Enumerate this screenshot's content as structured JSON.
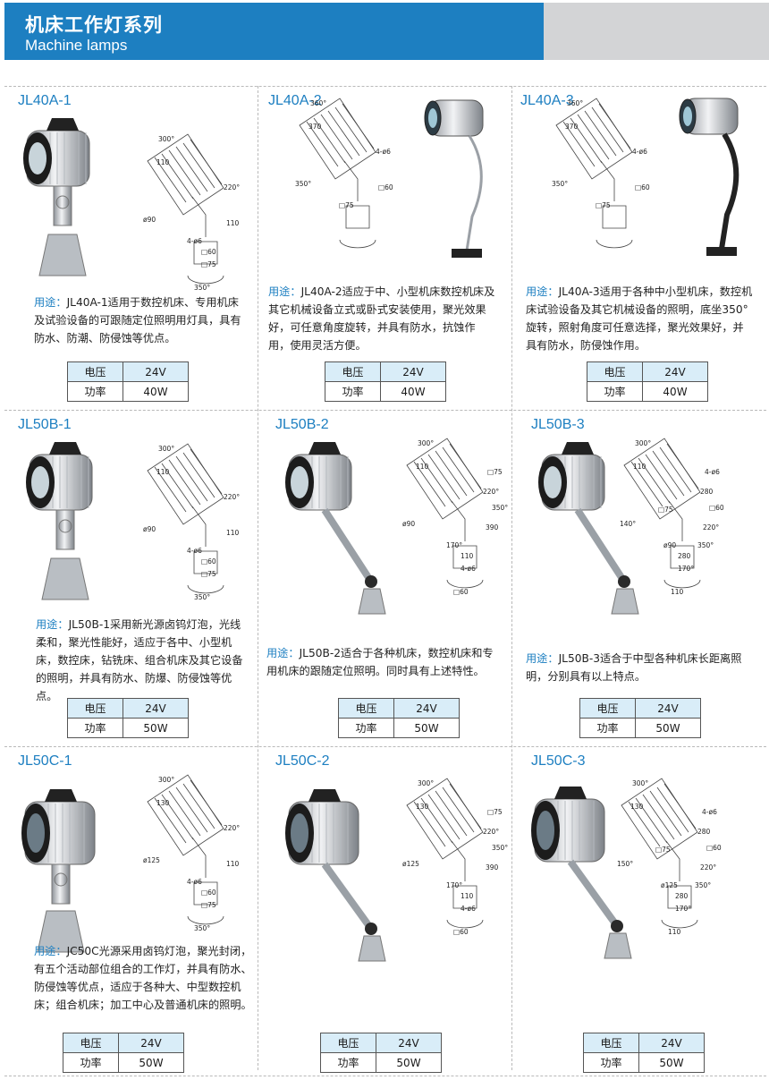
{
  "header": {
    "title_cn": "机床工作灯系列",
    "title_en": "Machine lamps"
  },
  "colors": {
    "brand_blue": "#1d7fc1",
    "header_gray": "#d3d4d6",
    "spec_row_bg": "#d9edf8"
  },
  "products": [
    {
      "model": "JL40A-1",
      "label": "用途：",
      "desc": "JL40A-1适用于数控机床、专用机床及试验设备的可跟随定位照明用灯具，具有防水、防潮、防侵蚀等优点。",
      "spec": [
        [
          "电压",
          "24V"
        ],
        [
          "功率",
          "40W"
        ]
      ],
      "dims": [
        "300°",
        "110",
        "220°",
        "ø90",
        "110",
        "4-ø6",
        "□60",
        "□75",
        "350°"
      ]
    },
    {
      "model": "JL40A-2",
      "label": "用途：",
      "desc": "JL40A-2适应于中、小型机床数控机床及其它机械设备立式或卧式安装使用，聚光效果好，可任意角度旋转，并具有防水，抗蚀作用，使用灵活方便。",
      "spec": [
        [
          "电压",
          "24V"
        ],
        [
          "功率",
          "40W"
        ]
      ],
      "dims": [
        "360°",
        "370",
        "4-ø6",
        "350°",
        "□60",
        "□75"
      ]
    },
    {
      "model": "JL40A-3",
      "label": "用途：",
      "desc": "JL40A-3适用于各种中小型机床，数控机床试验设备及其它机械设备的照明，底坐350° 旋转，照射角度可任意选择，聚光效果好，并具有防水，防侵蚀作用。",
      "spec": [
        [
          "电压",
          "24V"
        ],
        [
          "功率",
          "40W"
        ]
      ],
      "dims": [
        "360°",
        "370",
        "4-ø6",
        "350°",
        "□60",
        "□75"
      ]
    },
    {
      "model": "JL50B-1",
      "label": "用途：",
      "desc": "JL50B-1采用新光源卤钨灯泡，光线柔和，聚光性能好，适应于各中、小型机床，数控床，钻铣床、组合机床及其它设备的照明，并具有防水、防爆、防侵蚀等优点。",
      "spec": [
        [
          "电压",
          "24V"
        ],
        [
          "功率",
          "50W"
        ]
      ],
      "dims": [
        "300°",
        "110",
        "220°",
        "ø90",
        "110",
        "4-ø6",
        "□60",
        "□75",
        "350°"
      ]
    },
    {
      "model": "JL50B-2",
      "label": "用途：",
      "desc": "JL50B-2适合于各种机床，数控机床和专用机床的跟随定位照明。同时具有上述特性。",
      "spec": [
        [
          "电压",
          "24V"
        ],
        [
          "功率",
          "50W"
        ]
      ],
      "dims": [
        "300°",
        "110",
        "220°",
        "ø90",
        "390",
        "170°",
        "110",
        "4-ø6",
        "□60",
        "□75",
        "350°"
      ]
    },
    {
      "model": "JL50B-3",
      "label": "用途：",
      "desc": "JL50B-3适合于中型各种机床长距离照明，分别具有以上特点。",
      "spec": [
        [
          "电压",
          "24V"
        ],
        [
          "功率",
          "50W"
        ]
      ],
      "dims": [
        "300°",
        "110",
        "280",
        "140°",
        "220°",
        "ø90",
        "280",
        "170°",
        "110",
        "4-ø6",
        "□60",
        "□75",
        "350°"
      ]
    },
    {
      "model": "JL50C-1",
      "label": "用途：",
      "desc": "JC50C光源采用卤钨灯泡，聚光封闭，有五个活动部位组合的工作灯，并具有防水、防侵蚀等优点，适应于各种大、中型数控机床；组合机床；加工中心及普通机床的照明。",
      "spec": [
        [
          "电压",
          "24V"
        ],
        [
          "功率",
          "50W"
        ]
      ],
      "dims": [
        "300°",
        "130",
        "220°",
        "ø125",
        "110",
        "4-ø6",
        "□60",
        "□75",
        "350°"
      ]
    },
    {
      "model": "JL50C-2",
      "label": "",
      "desc": "",
      "spec": [
        [
          "电压",
          "24V"
        ],
        [
          "功率",
          "50W"
        ]
      ],
      "dims": [
        "300°",
        "130",
        "220°",
        "ø125",
        "390",
        "170°",
        "110",
        "4-ø6",
        "□60",
        "□75",
        "350°"
      ]
    },
    {
      "model": "JL50C-3",
      "label": "",
      "desc": "",
      "spec": [
        [
          "电压",
          "24V"
        ],
        [
          "功率",
          "50W"
        ]
      ],
      "dims": [
        "300°",
        "130",
        "280",
        "150°",
        "220°",
        "ø125",
        "280",
        "170°",
        "110",
        "4-ø6",
        "□60",
        "□75",
        "350°"
      ]
    }
  ]
}
